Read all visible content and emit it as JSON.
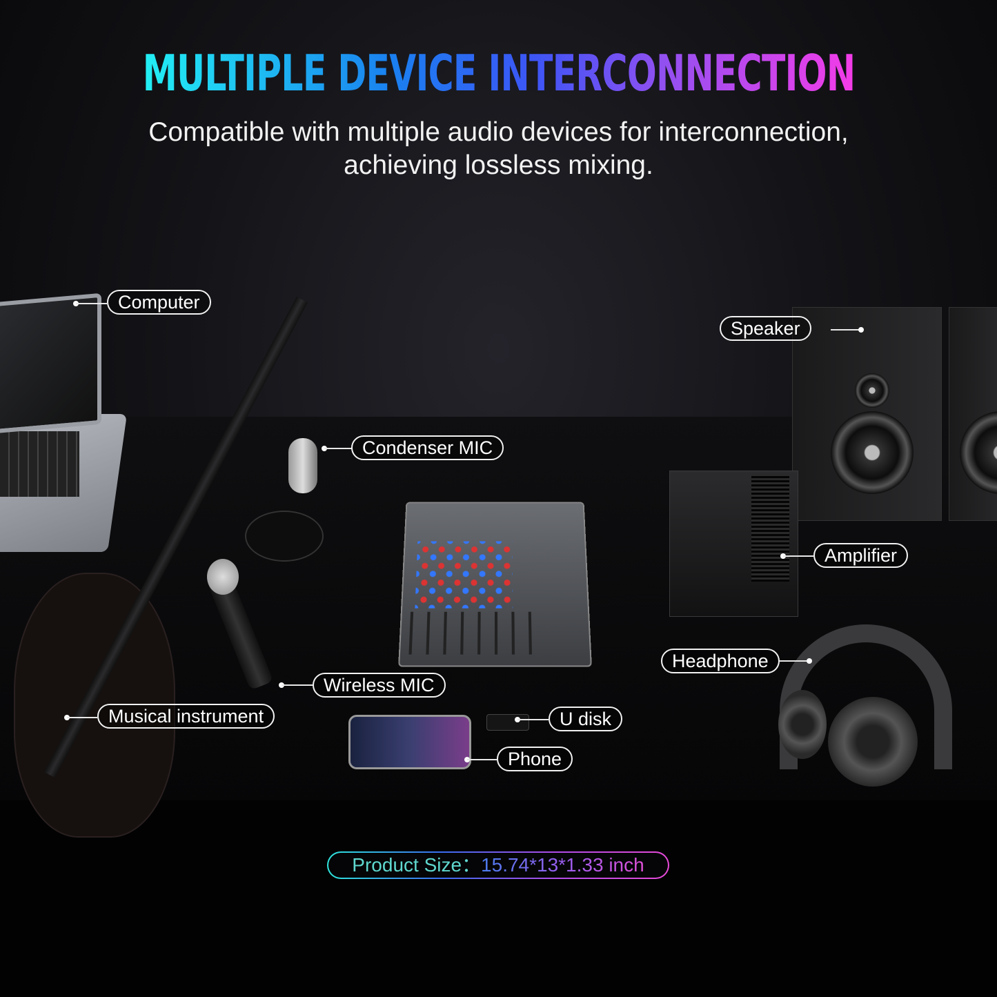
{
  "header": {
    "title": "MULTIPLE DEVICE INTERCONNECTION",
    "subtitle_line1": "Compatible with multiple audio devices for interconnection,",
    "subtitle_line2": "achieving lossless mixing."
  },
  "labels": {
    "computer": "Computer",
    "speaker": "Speaker",
    "condenser_mic": "Condenser MIC",
    "amplifier": "Amplifier",
    "headphone": "Headphone",
    "wireless_mic": "Wireless MIC",
    "musical_instrument": "Musical instrument",
    "u_disk": "U disk",
    "phone": "Phone"
  },
  "product_size": {
    "label": "Product Size：",
    "value": "15.74*13*1.33 inch"
  },
  "colors": {
    "title_gradient": [
      "#22f0f4",
      "#1a80f0",
      "#3d55f5",
      "#9a4ff0",
      "#f43ce8"
    ],
    "background": "#141418"
  }
}
